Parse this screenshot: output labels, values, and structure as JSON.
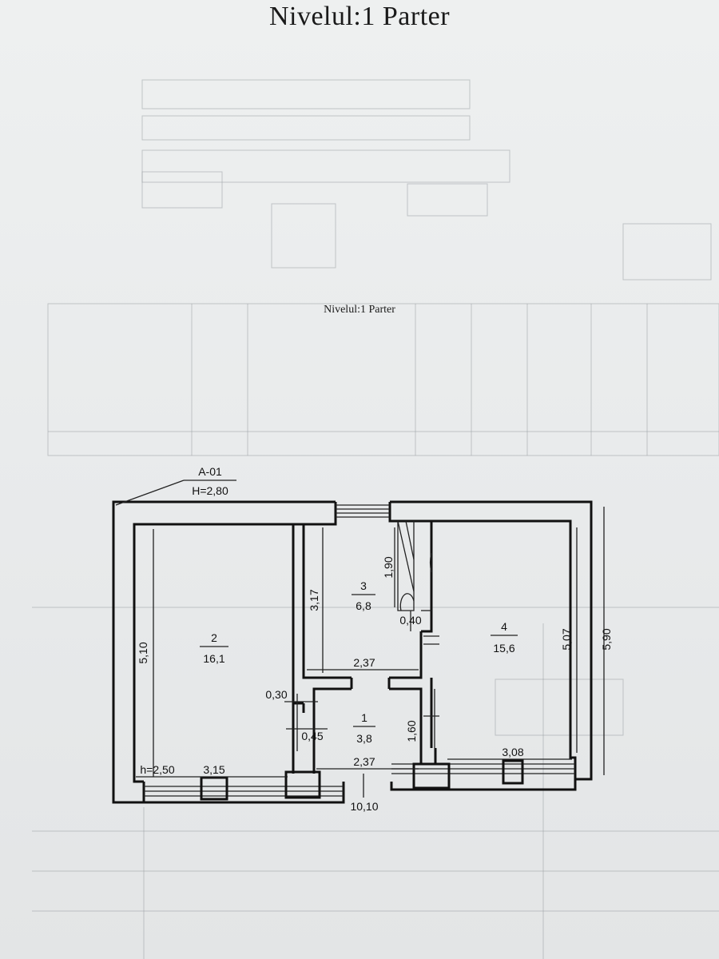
{
  "document": {
    "heading": "Nivelul:1 Parter",
    "subheading": "Nivelul:1 Parter"
  },
  "plan": {
    "apartment_label": "A-01",
    "ceiling_height": "H=2,80",
    "rooms": [
      {
        "number": "2",
        "area": "16,1"
      },
      {
        "number": "3",
        "area": "6,8"
      },
      {
        "number": "4",
        "area": "15,6"
      },
      {
        "number": "1",
        "area": "3,8"
      }
    ],
    "dimensions": {
      "left_wall_height": "5,10",
      "room3_height": "3,17",
      "closet_height": "1,90",
      "closet_width": "0,40",
      "right_inner_height": "5,07",
      "right_outer_height": "5,90",
      "room3_width": "2,37",
      "wall_offset": "0,30",
      "hall_small": "0,45",
      "hall_height": "1,60",
      "hall_width": "2,37",
      "sill_height": "h=2,50",
      "window_left": "3,15",
      "window_right": "3,08",
      "total_width": "10,10"
    }
  }
}
